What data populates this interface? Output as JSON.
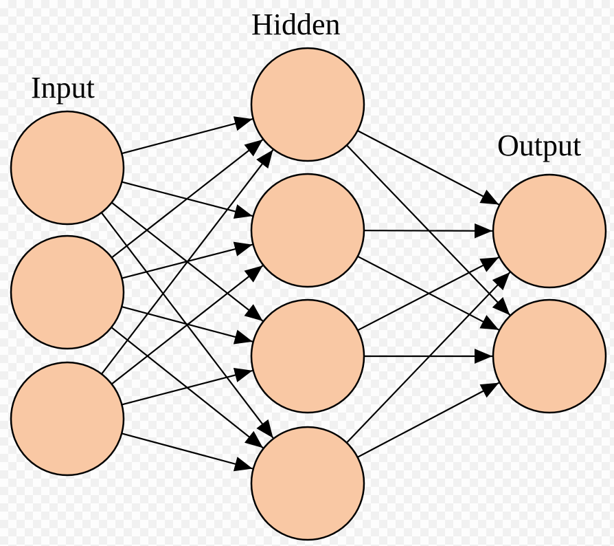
{
  "labels": {
    "input": "Input",
    "hidden": "Hidden",
    "output": "Output"
  },
  "colors": {
    "node_fill": "#f9c8a4",
    "stroke": "#000000"
  },
  "network": {
    "layers": [
      {
        "key": "input",
        "nodes": 3
      },
      {
        "key": "hidden",
        "nodes": 4
      },
      {
        "key": "output",
        "nodes": 2
      }
    ],
    "connectivity": "fully-connected"
  }
}
